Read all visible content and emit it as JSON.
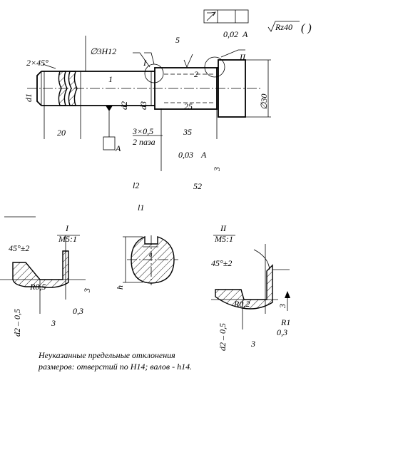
{
  "roughness": {
    "symbol_value": "Rz40",
    "paren": "(   )"
  },
  "tolerance_frame": {
    "value": "0,02",
    "datum": "A"
  },
  "labels": {
    "chamfer": "2×45°",
    "bore": "∅3H12",
    "l5": "5",
    "view_I": "I",
    "view_II": "II",
    "pos1": "1",
    "pos2": "2",
    "d1": "d1",
    "d2": "d2",
    "d3": "d3",
    "dim25": "25",
    "dim20": "20",
    "dia30": "∅30",
    "groove": "3×0,5",
    "groove_count": "2 паза",
    "dim35": "35",
    "datum_A": "A",
    "runout": "0,03",
    "runout_datum": "A",
    "dim3_vert": "3",
    "l2": "l2",
    "dim52": "52",
    "l1": "l1"
  },
  "detail_I": {
    "title": "I",
    "scale": "M5:1",
    "angle": "45°±2",
    "radius": "R0,5",
    "dim3a": "3",
    "dim03": "0,3",
    "d2tol": "d2 – 0,5",
    "dim3b": "3"
  },
  "section": {
    "width": "в",
    "height": "h"
  },
  "detail_II": {
    "title": "II",
    "scale": "M5:1",
    "angle": "45°±2",
    "radius": "R0,2",
    "dim3a": "3",
    "r1": "R1",
    "dim03": "0,3",
    "d2tol": "d2 – 0,5",
    "dim3b": "3"
  },
  "notes": {
    "line1": "Неуказанные предельные отклонения",
    "line2": "размеров: отверстий по H14; валов - h14."
  }
}
